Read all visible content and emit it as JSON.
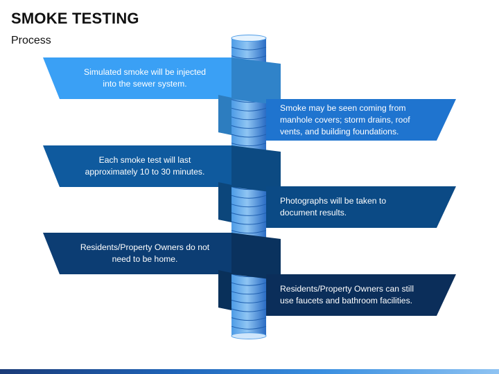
{
  "title": "SMOKE TESTING",
  "subtitle": "Process",
  "colors": {
    "tube_light": "#8fc5f3",
    "tube_mid": "#4d9be6",
    "tube_dark": "#2a6cc4",
    "bands": [
      "#3aa0f5",
      "#1f74cf",
      "#0f5a9e",
      "#0b4a85",
      "#0c3d73",
      "#0b2e5a"
    ]
  },
  "steps": [
    {
      "side": "left",
      "text": [
        "Simulated smoke will be injected",
        "into the sewer system."
      ]
    },
    {
      "side": "right",
      "text": [
        "Smoke may be seen coming from",
        "manhole covers; storm drains, roof",
        "vents, and building foundations."
      ]
    },
    {
      "side": "left",
      "text": [
        "Each smoke test will last",
        "approximately 10 to 30 minutes."
      ]
    },
    {
      "side": "right",
      "text": [
        "Photographs will be taken to",
        "document results."
      ]
    },
    {
      "side": "left",
      "text": [
        "Residents/Property Owners do not",
        "need to be home."
      ]
    },
    {
      "side": "right",
      "text": [
        "Residents/Property Owners can still",
        "use faucets and bathroom facilities."
      ]
    }
  ]
}
